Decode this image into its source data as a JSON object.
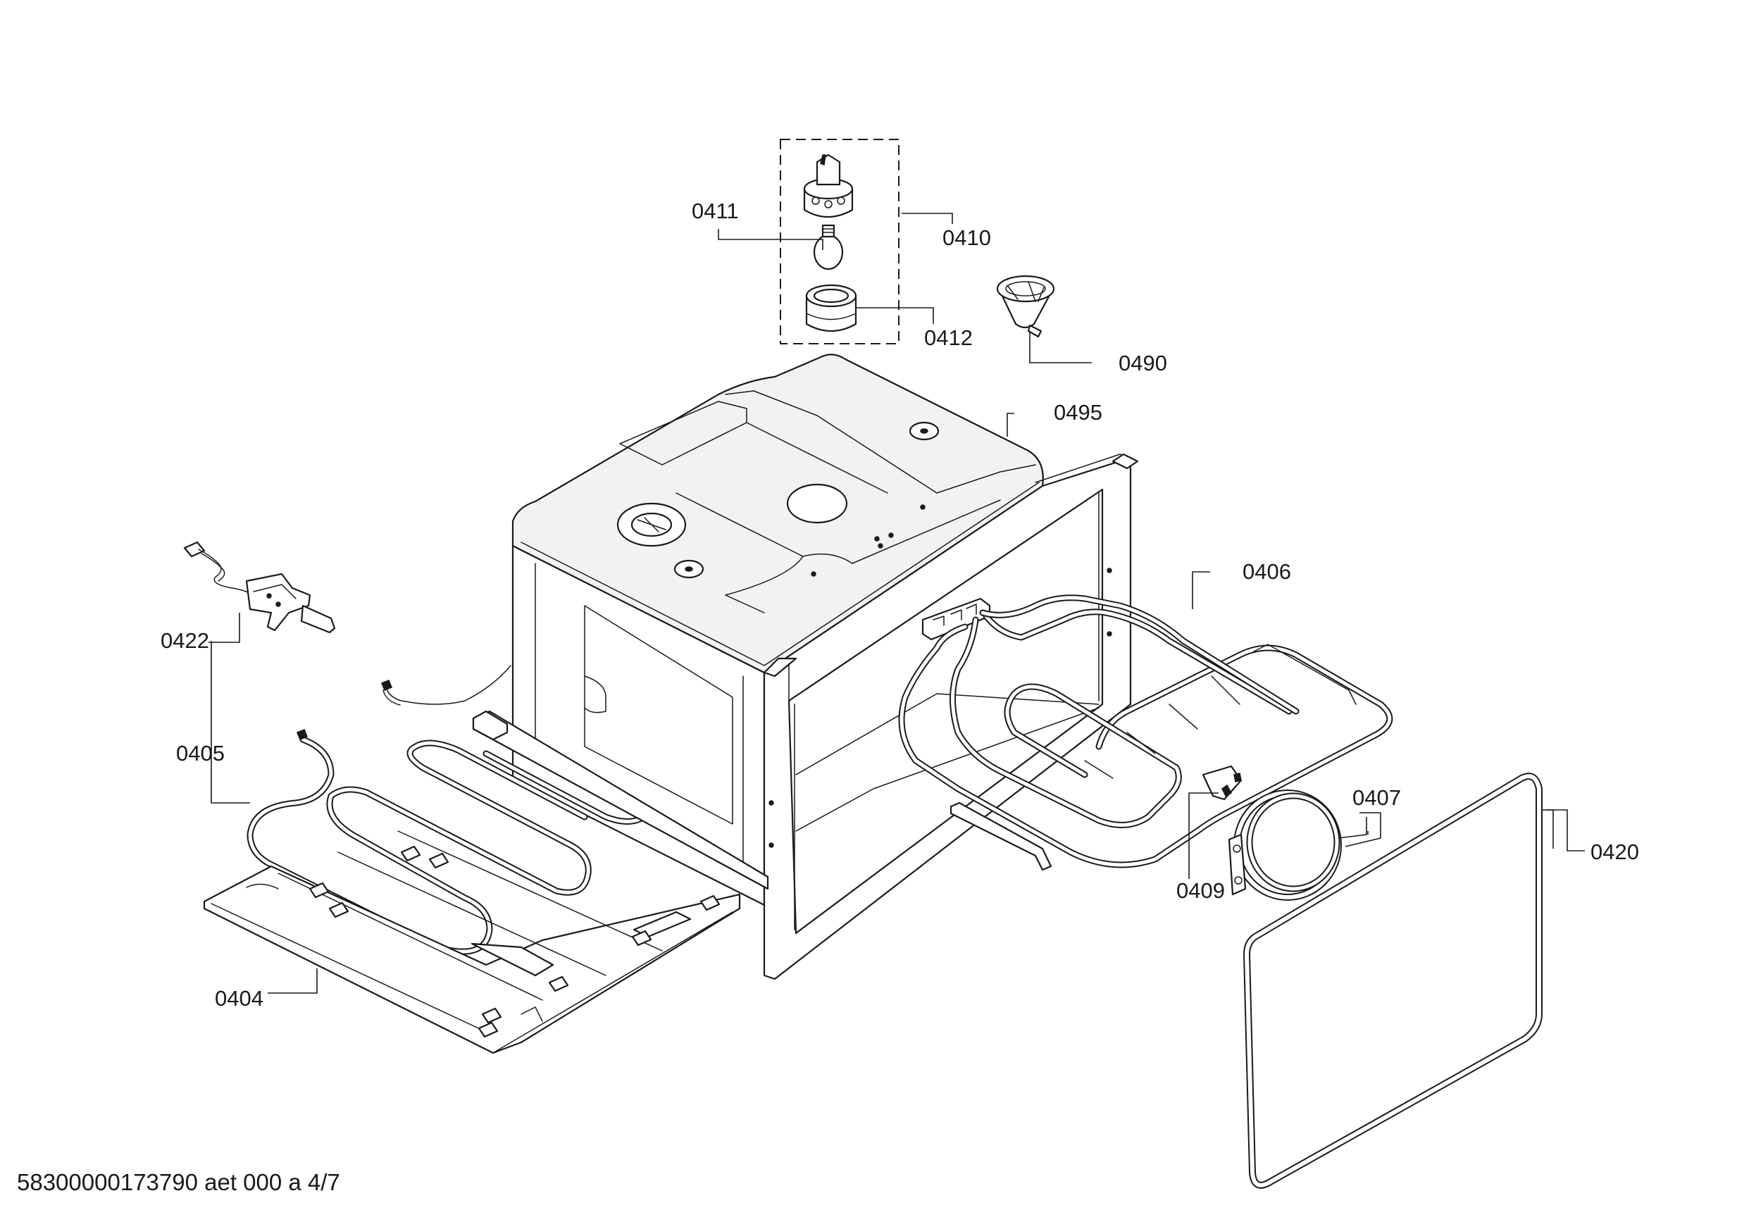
{
  "diagram": {
    "labels": {
      "p0404": "0404",
      "p0405": "0405",
      "p0406": "0406",
      "p0407": "0407",
      "p0409": "0409",
      "p0410": "0410",
      "p0411": "0411",
      "p0412": "0412",
      "p0420": "0420",
      "p0422": "0422",
      "p0490": "0490",
      "p0495": "0495"
    },
    "footer": "58300000173790 aet 000 a 4/7"
  }
}
